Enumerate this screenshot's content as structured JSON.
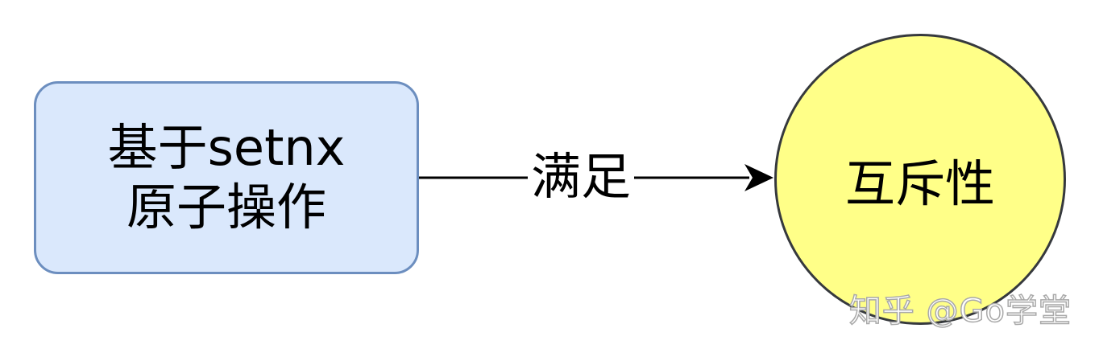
{
  "diagram": {
    "source_node": {
      "line1": "基于setnx",
      "line2": "原子操作",
      "fill_color": "#dae8fc",
      "stroke_color": "#6c8ebf"
    },
    "edge": {
      "label": "满足"
    },
    "target_node": {
      "label": "互斥性",
      "fill_color": "#ffff88",
      "stroke_color": "#36393d"
    }
  },
  "watermark": {
    "text": "知乎 @Go学堂"
  }
}
